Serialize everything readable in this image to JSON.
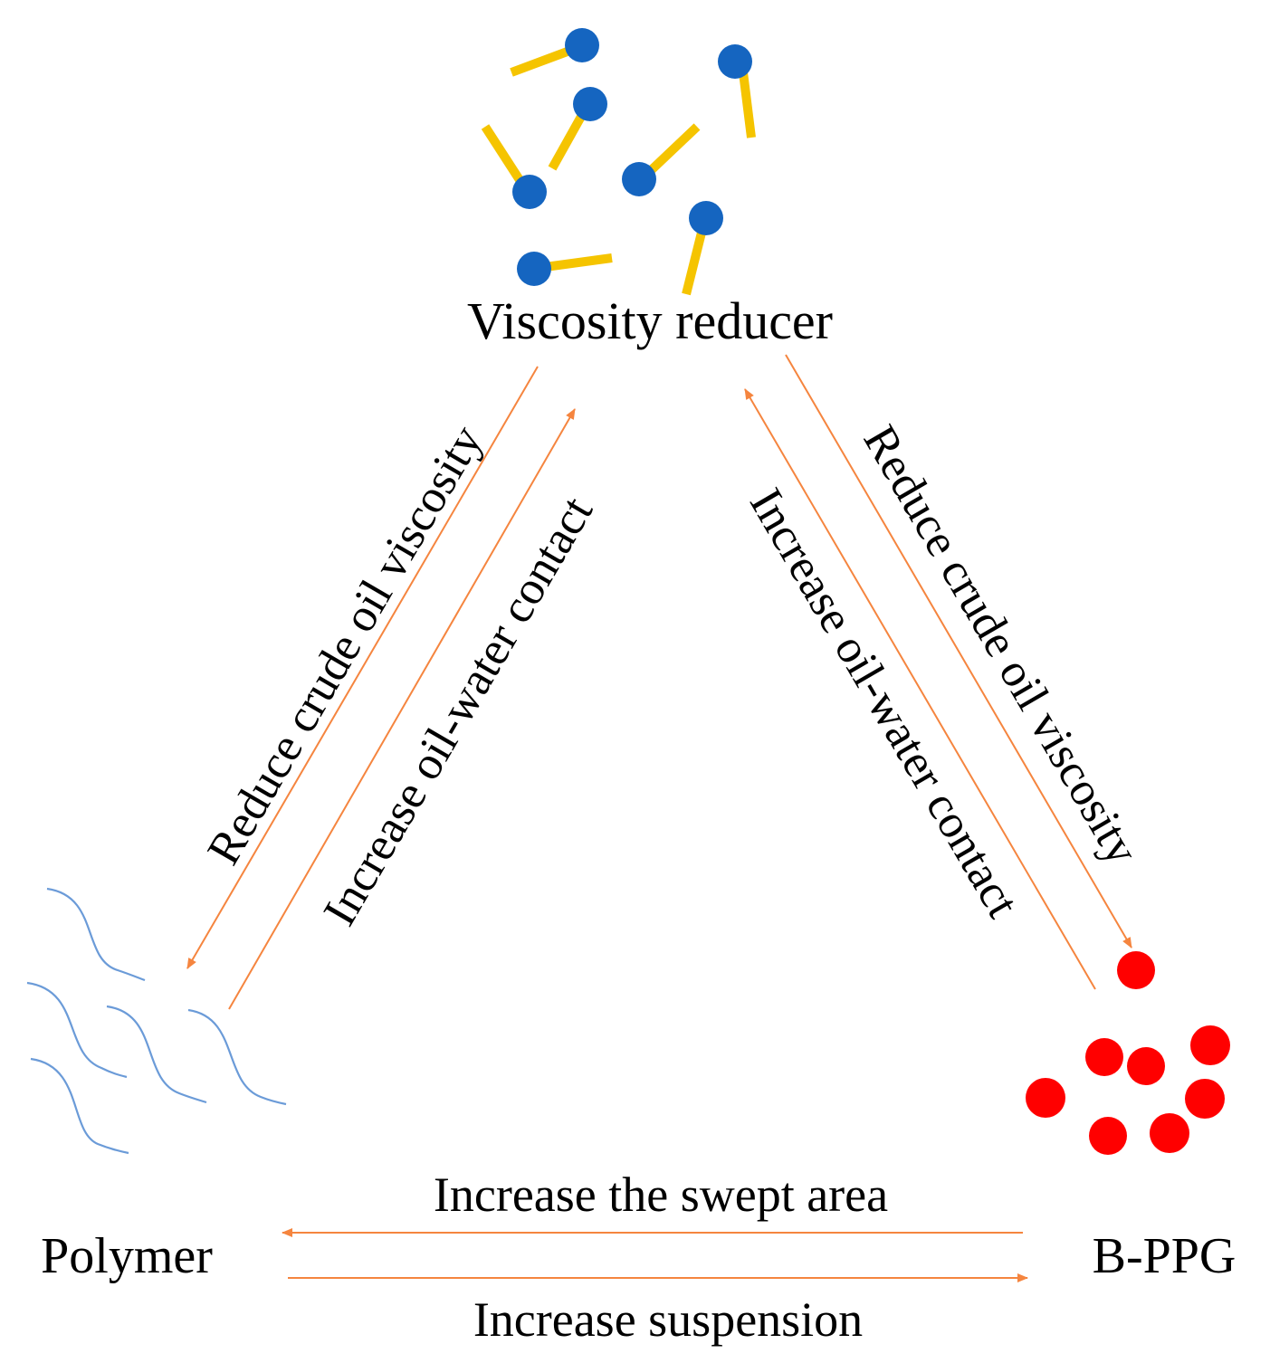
{
  "nodes": {
    "viscosity_reducer": "Viscosity reducer",
    "polymer": "Polymer",
    "bppg": "B-PPG"
  },
  "edges": {
    "reducer_to_polymer": "Reduce crude oil viscosity",
    "polymer_to_reducer": "Increase oil-water contact",
    "bppg_to_reducer": "Increase oil-water contact",
    "reducer_to_bppg": "Reduce crude oil viscosity",
    "bppg_to_polymer": "Increase the swept area",
    "polymer_to_bppg": "Increase suspension"
  },
  "colors": {
    "arrow": "#f5853f",
    "molecule_head": "#1565c0",
    "molecule_tail": "#f5c400",
    "polymer_chain": "#6b9bd8",
    "gel_particle": "#ff0000",
    "text": "#000000"
  },
  "icons": {
    "viscosity_reducer": "surfactant-molecule-icon",
    "polymer": "polymer-chain-icon",
    "bppg": "gel-particle-icon"
  }
}
